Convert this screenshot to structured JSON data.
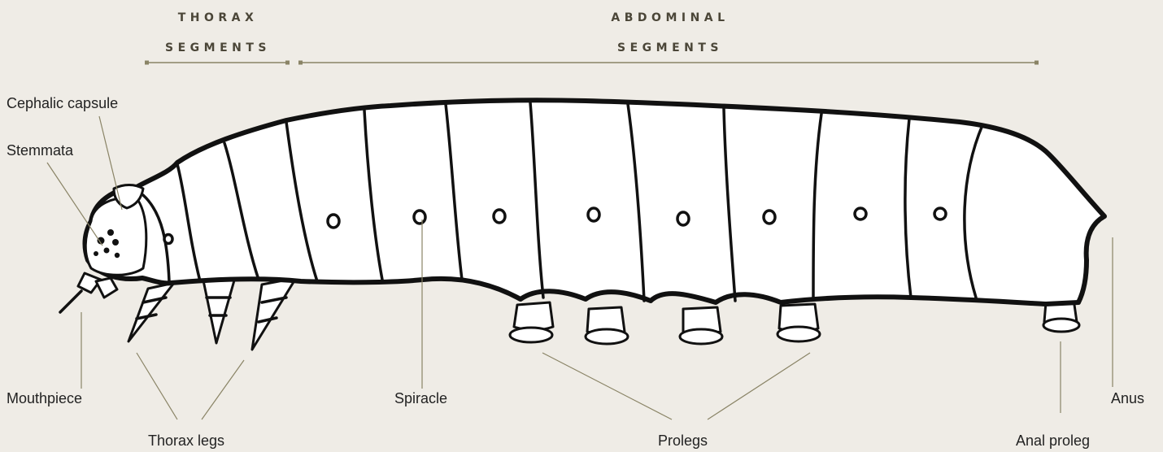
{
  "headers": {
    "thorax": [
      "THORAX",
      "SEGMENTS"
    ],
    "abdominal": [
      "ABDOMINAL",
      "SEGMENTS"
    ]
  },
  "labels": {
    "cephalic_capsule": "Cephalic capsule",
    "stemmata": "Stemmata",
    "mouthpiece": "Mouthpiece",
    "thorax_legs": "Thorax legs",
    "spiracle": "Spiracle",
    "prolegs": "Prolegs",
    "anal_proleg": "Anal proleg",
    "anus": "Anus"
  },
  "colors": {
    "background": "#efece6",
    "outline": "#111111",
    "leader": "#8a8466",
    "header_text": "#4b4638"
  }
}
